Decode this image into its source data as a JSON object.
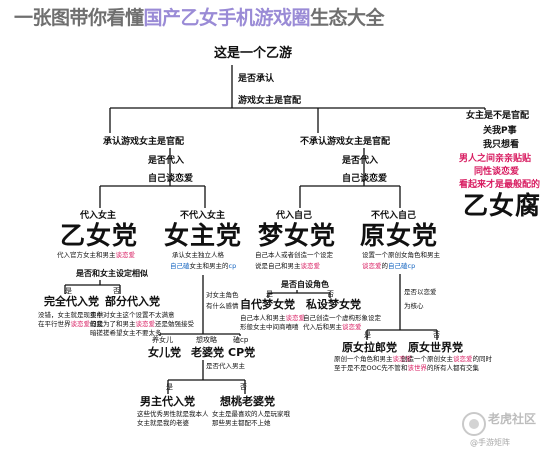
{
  "title": {
    "part1": "一张图带你看懂",
    "part2": "国产乙女手机游戏圈",
    "part3": "生态大全"
  },
  "root": "这是一个乙游",
  "q_recognize": [
    "是否承认",
    "游戏女主是官配"
  ],
  "branch_recognize": "承认游戏女主是官配",
  "branch_not_recognize": "不承认游戏女主是官配",
  "q_selfinsert_left": [
    "是否代入",
    "自己谈恋爱"
  ],
  "q_selfinsert_right": [
    "是否代入",
    "自己谈恋爱"
  ],
  "right_col": {
    "l1": "女主是不是官配",
    "l2": "关我P事",
    "l3": "我只想看",
    "p1": "男人之间亲亲贴贴",
    "p2": "同性谈恋爱",
    "p3": "看起来才是最般配的",
    "big": "乙女腐"
  },
  "otome": {
    "tag": "代入女主",
    "name": "乙女党",
    "d1": "代入官方女主和男主",
    "d2": "谈恋爱",
    "hint": "是否和女主设定相似"
  },
  "heroine": {
    "tag": "不代入女主",
    "name": "女主党",
    "d1": "承认女主独立人格",
    "c1": "自己磕",
    "c2": "女主和男主的",
    "c3": "cp"
  },
  "dream": {
    "tag": "代入自己",
    "name": "梦女党",
    "d1": "自己本人或者创造一个设定",
    "d2": "说是自己和男主",
    "d3": "谈恋爱",
    "hint": "是否自设角色"
  },
  "original": {
    "tag": "不代入自己",
    "name": "原女党",
    "d1": "设置一个原创女角色和男主",
    "d2": "谈恋爱",
    "d3": "的",
    "d4": "自己磕",
    "d5": "cp"
  },
  "otome_sub": {
    "yes": "是",
    "no": "否",
    "full": {
      "name": "完全代入党",
      "d1": "没错，女主就是现实中",
      "d2": "在平行世界",
      "d3": "谈恋爱",
      "d4": "的我"
    },
    "partial": {
      "name": "部分代入党",
      "d1": "虽然对女主这个设置不太满意",
      "d2": "但是为了和男主",
      "d3": "谈恋爱",
      "d4": "还是勉强接受",
      "d5": "暗搓搓希望女主不要",
      "d6": "太多"
    }
  },
  "heroine_sub": {
    "q1": "对女主角色",
    "q2": "有什么感情"
  },
  "heroine_kids": {
    "daughter": {
      "tag": "养女儿",
      "name": "女儿党"
    },
    "wife": {
      "tag": "想攻略",
      "name": "老婆党"
    },
    "cp": {
      "tag": "磕cp",
      "name": "CP党"
    },
    "hint": "是否代入男主"
  },
  "wife_sub": {
    "yes": "是",
    "no": "否",
    "male": {
      "name": "男主代入党",
      "d1": "这些优秀男性就是我本人",
      "d2": "女主就是我的老婆"
    },
    "kind": {
      "name": "想桃老婆党",
      "d1": "女主是最喜欢的人是玩家哦",
      "d2": "那些男主都配不上她"
    }
  },
  "dream_sub": {
    "yes": "是",
    "no": "否",
    "self": {
      "name": "自代梦女党",
      "d1": "自己本人和男主",
      "d2": "谈恋爱",
      "d3": "形般女主中间商嘻嘻"
    },
    "oc": {
      "name": "私设梦女党",
      "d1": "自己创造一个虚构形象设定",
      "d2": "代入后和男主",
      "d3": "谈恋爱"
    }
  },
  "original_sub": {
    "hint1": "是否以恋爱",
    "hint2": "为核心",
    "yes": "是",
    "no": "否",
    "romance": {
      "name": "原女拉郎党",
      "d1": "原创一个角色和男主",
      "d2": "谈恋爱",
      "d3": "至于是不是OOC先不管"
    },
    "world": {
      "name": "原女世界党",
      "d1": "创造一个原创女主",
      "d2": "谈恋爱",
      "d3": "的同时",
      "d4": "和",
      "d5": "该世界",
      "d6": "的所有人都有交集"
    }
  },
  "watermark": {
    "brand": "老虎社区",
    "handle": "@手游矩阵"
  }
}
